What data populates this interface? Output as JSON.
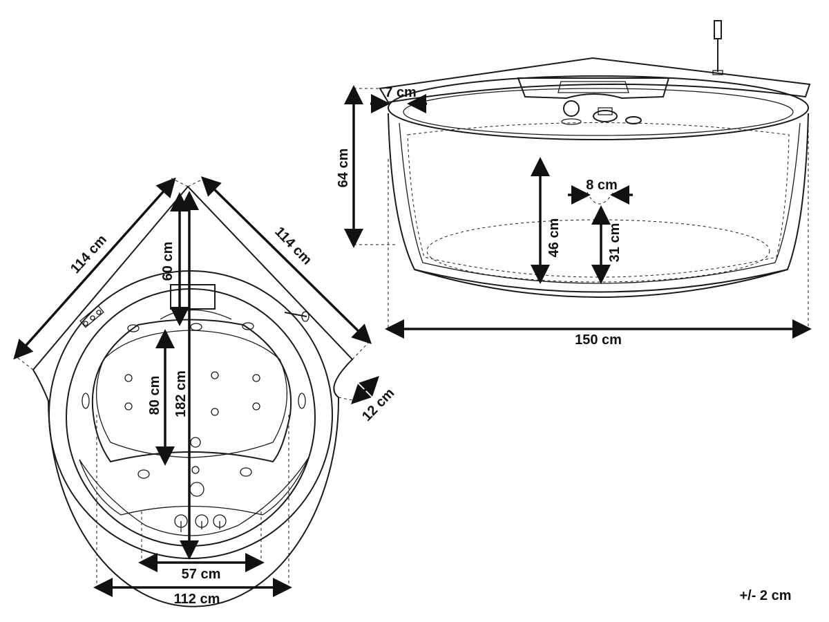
{
  "top_view": {
    "edge_left": "114 cm",
    "edge_right": "114 cm",
    "headrest_depth": "60 cm",
    "inner_width": "80 cm",
    "diagonal": "182 cm",
    "rim": "12 cm",
    "seat_width": "57 cm",
    "overall_width": "112 cm"
  },
  "side_view": {
    "rim_width": "7 cm",
    "height": "64 cm",
    "outlet": "8 cm",
    "inner_depth": "46 cm",
    "outlet_height": "31 cm",
    "length": "150 cm"
  },
  "tolerance": "+/- 2 cm"
}
